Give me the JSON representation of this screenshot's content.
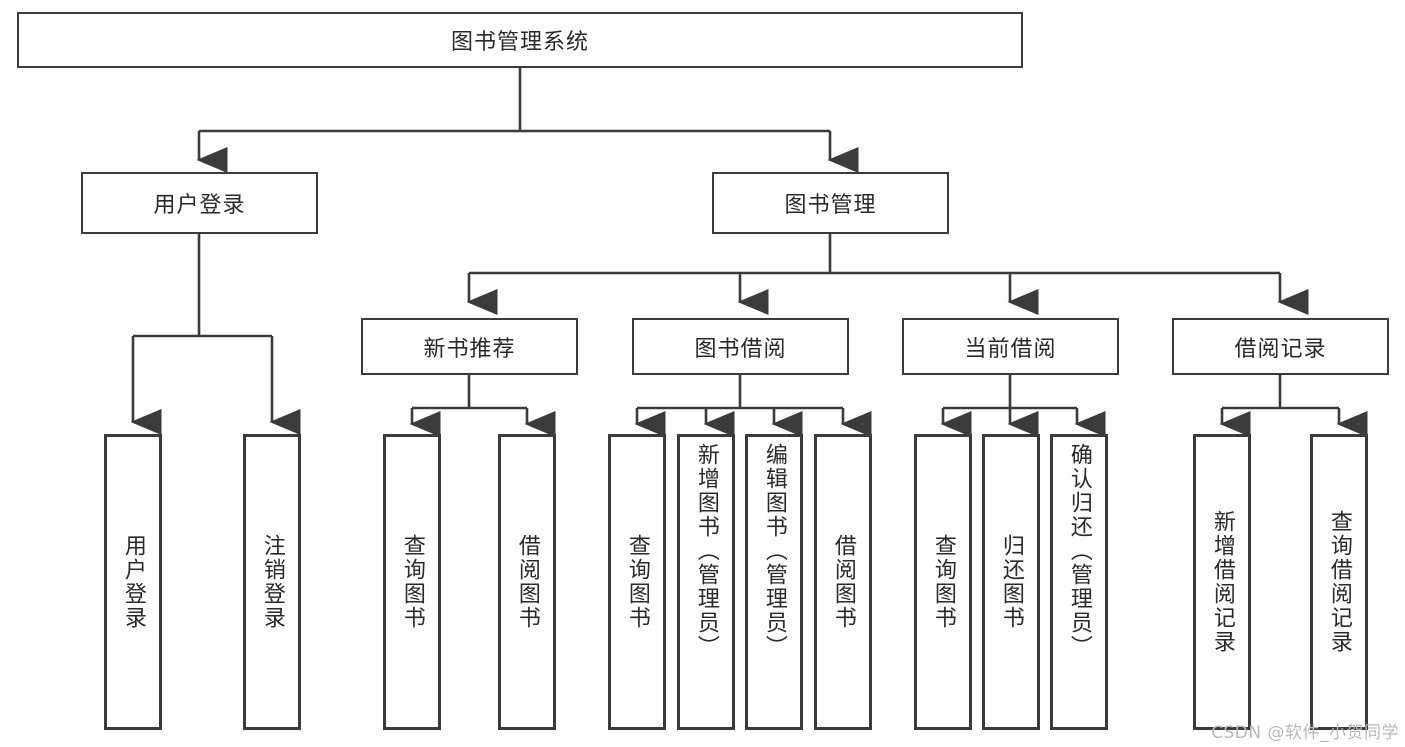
{
  "diagram": {
    "type": "tree-hierarchy",
    "title": "图书管理系统",
    "root": {
      "label": "图书管理系统"
    },
    "level2": [
      {
        "id": "user-login",
        "label": "用户登录"
      },
      {
        "id": "book-management",
        "label": "图书管理"
      }
    ],
    "level3": [
      {
        "id": "new-book-recommend",
        "label": "新书推荐"
      },
      {
        "id": "book-borrow",
        "label": "图书借阅"
      },
      {
        "id": "current-borrow",
        "label": "当前借阅"
      },
      {
        "id": "borrow-record",
        "label": "借阅记录"
      }
    ],
    "leaves": {
      "user_login": [
        {
          "id": "leaf-user-login",
          "label": "用户登录"
        },
        {
          "id": "leaf-logout-login",
          "label": "注销登录"
        }
      ],
      "new_book_recommend": [
        {
          "id": "leaf-query-book-1",
          "label": "查询图书"
        },
        {
          "id": "leaf-borrow-book-1",
          "label": "借阅图书"
        }
      ],
      "book_borrow": [
        {
          "id": "leaf-query-book-2",
          "label": "查询图书"
        },
        {
          "id": "leaf-add-book-admin",
          "label": "新增图书（管理员）"
        },
        {
          "id": "leaf-edit-book-admin",
          "label": "编辑图书（管理员）"
        },
        {
          "id": "leaf-borrow-book-2",
          "label": "借阅图书"
        }
      ],
      "current_borrow": [
        {
          "id": "leaf-query-book-3",
          "label": "查询图书"
        },
        {
          "id": "leaf-return-book",
          "label": "归还图书"
        },
        {
          "id": "leaf-confirm-return-admin",
          "label": "确认归还（管理员）"
        }
      ],
      "borrow_record": [
        {
          "id": "leaf-add-borrow-record",
          "label": "新增借阅记录"
        },
        {
          "id": "leaf-query-borrow-record",
          "label": "查询借阅记录"
        }
      ]
    },
    "colors": {
      "stroke": "#3b3b3b",
      "fill": "#ffffff",
      "text": "#2a2a2a",
      "watermark": "#b9b9b9"
    }
  },
  "watermark": {
    "text": "CSDN @软件_小贺同学"
  }
}
